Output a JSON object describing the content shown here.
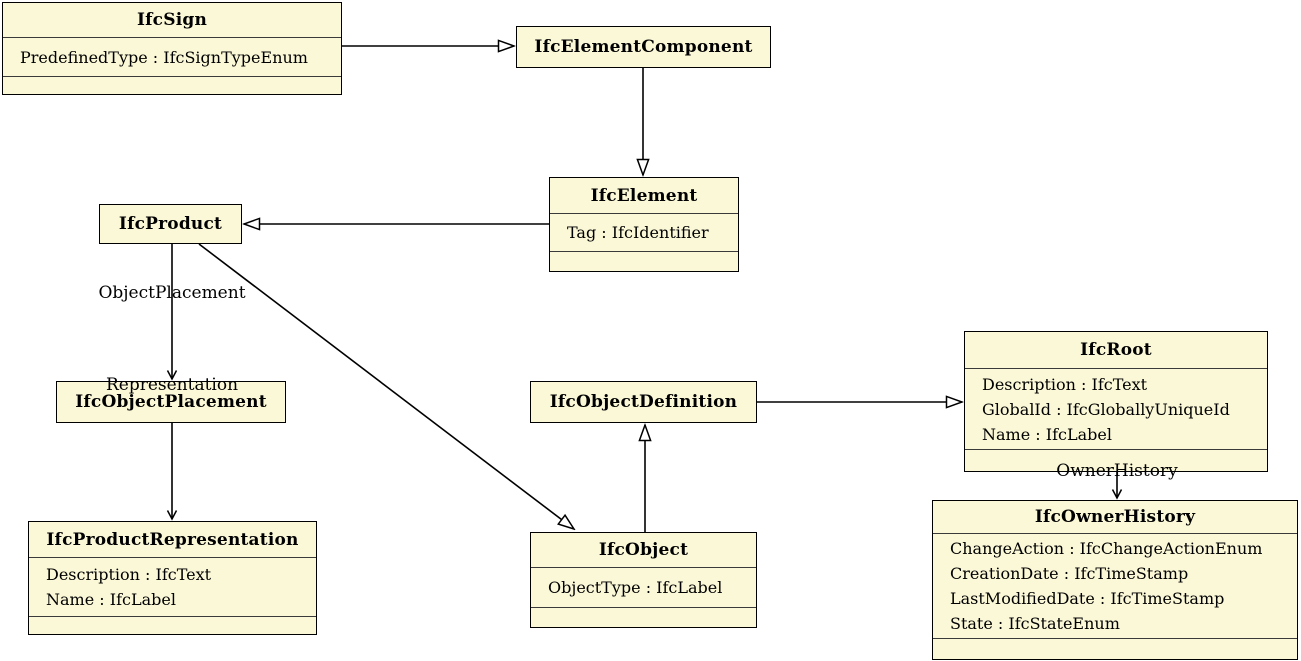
{
  "diagram": {
    "type": "uml-class-diagram",
    "colors": {
      "box_fill": "#FBF8D7",
      "box_border": "#000000",
      "separator": "#3A3A3A",
      "background": "#FFFFFF",
      "line": "#000000"
    },
    "classes": [
      {
        "title": "IfcSign",
        "attributes": [
          "PredefinedType : IfcSignTypeEnum"
        ]
      },
      {
        "title": "IfcElementComponent",
        "attributes": []
      },
      {
        "title": "IfcElement",
        "attributes": [
          "Tag : IfcIdentifier"
        ]
      },
      {
        "title": "IfcProduct",
        "attributes": []
      },
      {
        "title": "IfcObjectPlacement",
        "attributes": []
      },
      {
        "title": "IfcProductRepresentation",
        "attributes": [
          "Description : IfcText",
          "Name : IfcLabel"
        ]
      },
      {
        "title": "IfcObjectDefinition",
        "attributes": []
      },
      {
        "title": "IfcObject",
        "attributes": [
          "ObjectType : IfcLabel"
        ]
      },
      {
        "title": "IfcRoot",
        "attributes": [
          "Description : IfcText",
          "GlobalId : IfcGloballyUniqueId",
          "Name : IfcLabel"
        ]
      },
      {
        "title": "IfcOwnerHistory",
        "attributes": [
          "ChangeAction : IfcChangeActionEnum",
          "CreationDate : IfcTimeStamp",
          "LastModifiedDate : IfcTimeStamp",
          "State : IfcStateEnum"
        ]
      }
    ],
    "generalizations": [
      {
        "from": "IfcSign",
        "to": "IfcElementComponent"
      },
      {
        "from": "IfcElementComponent",
        "to": "IfcElement"
      },
      {
        "from": "IfcElement",
        "to": "IfcProduct"
      },
      {
        "from": "IfcProduct",
        "to": "IfcObject"
      },
      {
        "from": "IfcObject",
        "to": "IfcObjectDefinition"
      },
      {
        "from": "IfcObjectDefinition",
        "to": "IfcRoot"
      }
    ],
    "associations": [
      {
        "from": "IfcProduct",
        "to": "IfcObjectPlacement",
        "label": "ObjectPlacement"
      },
      {
        "from": "IfcProduct",
        "to": "IfcProductRepresentation",
        "label": "Representation"
      },
      {
        "from": "IfcRoot",
        "to": "IfcOwnerHistory",
        "label": "OwnerHistory"
      }
    ]
  }
}
